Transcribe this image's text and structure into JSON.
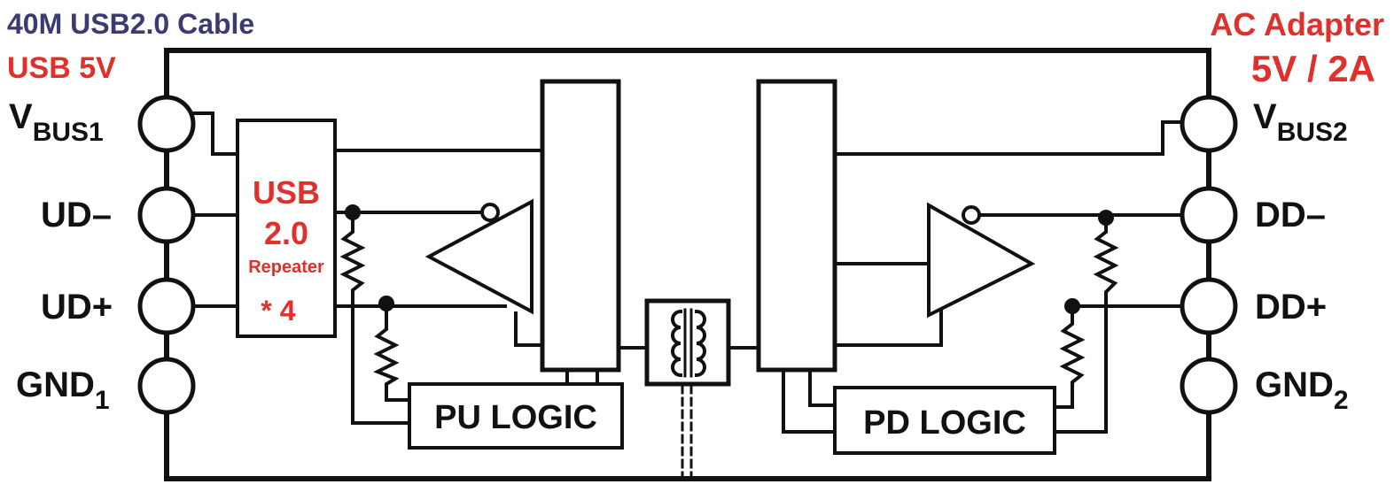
{
  "header": {
    "cable_title": "40M USB2.0 Cable",
    "left_supply": "USB 5V",
    "right_supply_line1": "AC Adapter",
    "right_supply_line2": "5V / 2A"
  },
  "pins_left": {
    "vbus_main": "V",
    "vbus_sub": "BUS1",
    "ud_minus": "UD–",
    "ud_plus": "UD+",
    "gnd_main": "GND",
    "gnd_sub": "1"
  },
  "pins_right": {
    "vbus_main": "V",
    "vbus_sub": "BUS2",
    "dd_minus": "DD–",
    "dd_plus": "DD+",
    "gnd_main": "GND",
    "gnd_sub": "2"
  },
  "repeater": {
    "line1": "USB",
    "line2": "2.0",
    "line3": "Repeater",
    "count": "* 4"
  },
  "logic": {
    "pu": "PU LOGIC",
    "pd": "PD LOGIC"
  },
  "colors": {
    "title_blue": "#3b3a72",
    "label_red": "#e0302b",
    "ink": "#111111"
  }
}
